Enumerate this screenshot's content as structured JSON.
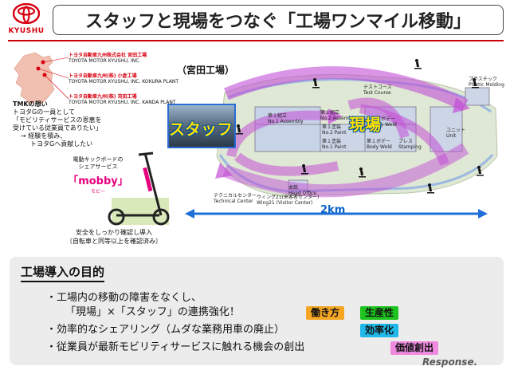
{
  "header": {
    "brand": "KYUSHU",
    "title": "スタッフと現場をつなぐ「工場ワンマイル移動」"
  },
  "left": {
    "companies": [
      {
        "ja": "トヨタ自動車九州株式会社 宮田工場",
        "en": "TOYOTA MOTOR KYUSHU, INC."
      },
      {
        "ja": "トヨタ自動車九州(株) 小倉工場",
        "en": "TOYOTA MOTOR KYUSHU, INC. KOKURA PLANT"
      },
      {
        "ja": "トヨタ自動車九州(株) 苅田工場",
        "en": "TOYOTA MOTOR KYUSHU, INC. KANDA PLANT"
      }
    ],
    "tmk_title": "TMKの想い",
    "tmk_lines": [
      "トヨタGの一員として",
      "「モビリティサービスの恩恵を",
      "受けている従業員でありたい」"
    ],
    "tmk_sub": [
      "→ 経験を積み、",
      "トヨタGへ貢献したい"
    ],
    "mobby_caption": [
      "電動キックボードの",
      "シェアサービス"
    ],
    "mobby_name": "「mobby」",
    "mobby_kana": "モビー",
    "safety": [
      "安全をしっかり確認し導入",
      "〔自転車と同等以上を確認済み〕"
    ]
  },
  "map": {
    "label": "（宮田工場）",
    "staff": "スタッフ",
    "genba": "現場",
    "distance": "2km",
    "buildings": [
      {
        "ja": "第１組立",
        "en": "No.1 Assembly"
      },
      {
        "ja": "第２組立",
        "en": "No.2 Assembly"
      },
      {
        "ja": "第１塗装",
        "en": "No.2 Paint"
      },
      {
        "ja": "第１塗装",
        "en": "No.1 Paint"
      },
      {
        "ja": "第２ボデー",
        "en": "Body Weld"
      },
      {
        "ja": "第１ボデー",
        "en": "Body Weld"
      },
      {
        "ja": "プレス",
        "en": "Stamping"
      },
      {
        "ja": "ユニット",
        "en": "Unit"
      },
      {
        "ja": "テストコース",
        "en": "Test Course"
      },
      {
        "ja": "プラスチック",
        "en": "Plastic Molding"
      },
      {
        "ja": "本館",
        "en": "Head Office"
      },
      {
        "ja": "テクニカルセンター",
        "en": "Technical Center"
      },
      {
        "ja": "ウィング21(来客者センター)",
        "en": "Wing21 (Visitor Center)"
      }
    ]
  },
  "purpose": {
    "title": "工場導入の目的",
    "bullets": [
      "・工場内の移動の障害をなくし、",
      "「現場」×「スタッフ」の連携強化！",
      "・効率的なシェアリング（ムダな業務用車の廃止）",
      "・従業員が最新モビリティサービスに触れる機会の創出"
    ],
    "tags": [
      {
        "label": "働き方",
        "color": "#f5a623"
      },
      {
        "label": "生産性",
        "color": "#1ec31e"
      },
      {
        "label": "効率化",
        "color": "#1fb8e8"
      },
      {
        "label": "価値創出",
        "color": "#f08ae0"
      }
    ]
  },
  "watermark": "Response."
}
